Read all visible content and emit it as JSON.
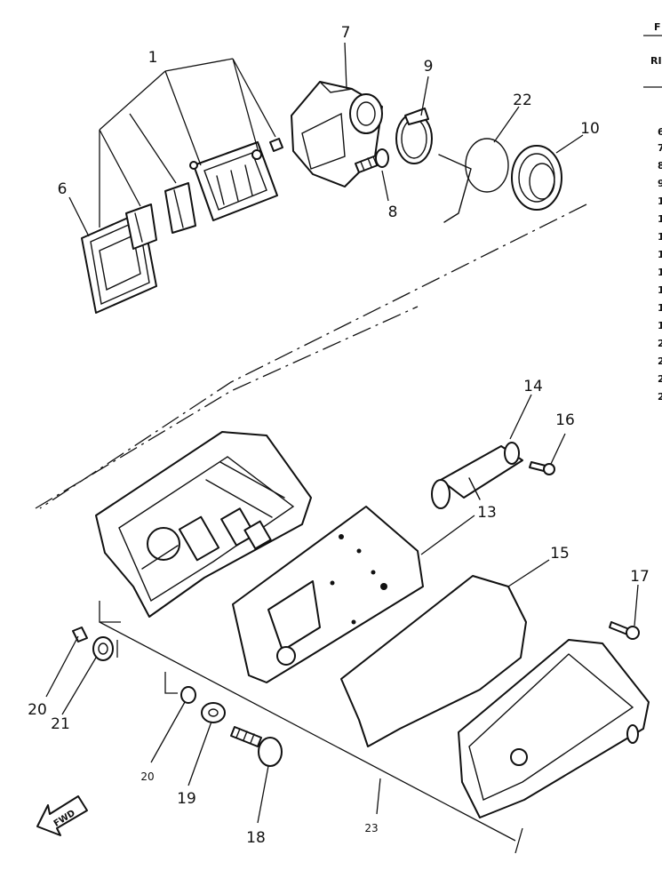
{
  "callouts": {
    "c1": "1",
    "c6": "6",
    "c7": "7",
    "c8": "8",
    "c9": "9",
    "c10": "10",
    "c13": "13",
    "c14": "14",
    "c15": "15",
    "c16": "16",
    "c17": "17",
    "c18": "18",
    "c19": "19",
    "c20": "20",
    "c21": "21",
    "c22": "22",
    "c23": "23",
    "c_partial": "20"
  },
  "fwd_label": "FWD",
  "right_edge": {
    "header_letter": "F",
    "header_ref": "RI",
    "rows": [
      "6",
      "7",
      "8",
      "9",
      "1",
      "1",
      "1",
      "1",
      "1",
      "1",
      "1",
      "1",
      "2",
      "2",
      "2",
      "2"
    ]
  }
}
